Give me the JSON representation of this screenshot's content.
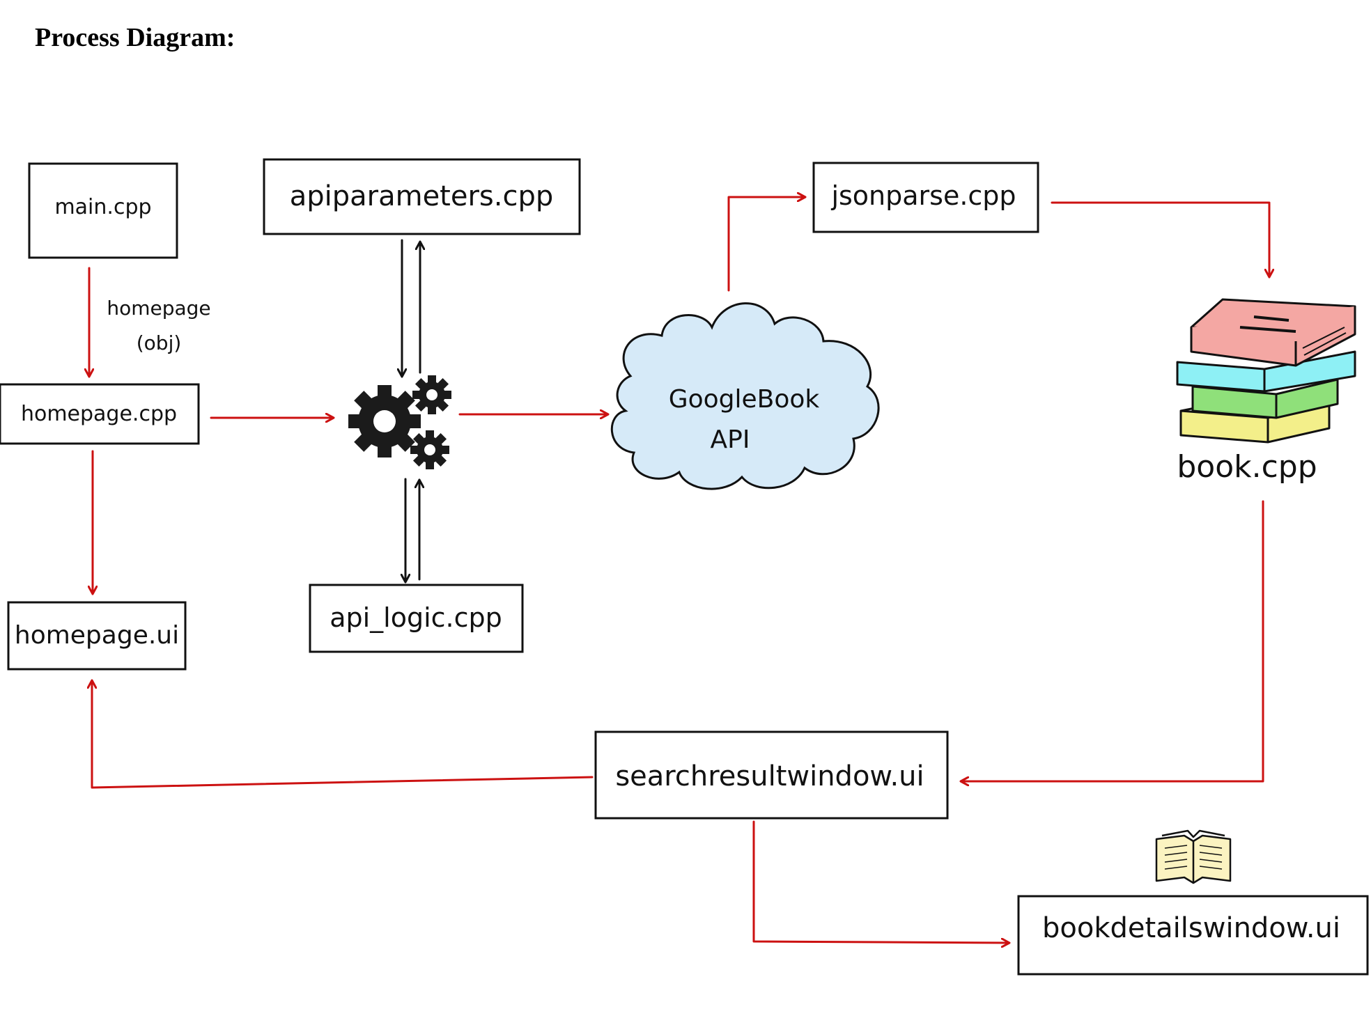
{
  "title": "Process Diagram:",
  "nodes": {
    "main": "main.cpp",
    "apiparameters": "apiparameters.cpp",
    "jsonparse": "jsonparse.cpp",
    "homepage_cpp": "homepage.cpp",
    "homepage_ui": "homepage.ui",
    "api_logic": "api_logic.cpp",
    "cloud_line1": "GoogleBook",
    "cloud_line2": "API",
    "book": "book.cpp",
    "searchresult": "searchresultwindow.ui",
    "bookdetails": "bookdetailswindow.ui"
  },
  "edge_labels": {
    "main_to_homepage_line1": "homepage",
    "main_to_homepage_line2": "(obj)"
  },
  "colors": {
    "arrow": "#cc1111",
    "outline": "#111111",
    "cloud_fill": "#d6eaf8",
    "book_pink": "#f4a7a3",
    "book_cyan": "#8ef0f5",
    "book_green": "#8fe07a",
    "book_yellow": "#f3ef8a",
    "open_book": "#fbf3c1"
  },
  "icons": [
    "gears-icon",
    "cloud-icon",
    "book-stack-icon",
    "open-book-icon"
  ]
}
